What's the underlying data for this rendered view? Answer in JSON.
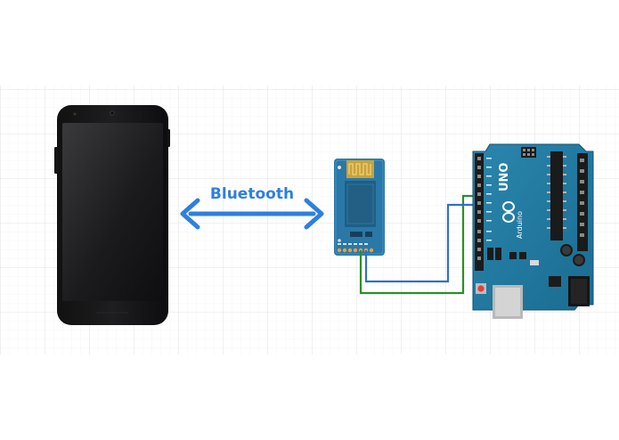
{
  "diagram": {
    "link_label": "Bluetooth",
    "nodes": [
      {
        "id": "phone",
        "icon": "smartphone-icon"
      },
      {
        "id": "bt-module",
        "icon": "bluetooth-module-icon"
      },
      {
        "id": "arduino",
        "icon": "arduino-uno-board-icon",
        "board_text": "UNO",
        "brand_text": "Arduino"
      }
    ],
    "connections": [
      {
        "from": "phone",
        "to": "bt-module",
        "type": "wireless-bidirectional",
        "color": "#2f7fe0"
      },
      {
        "from": "bt-module",
        "to": "arduino",
        "type": "wire",
        "color": "#2a8f2a"
      },
      {
        "from": "bt-module",
        "to": "arduino",
        "type": "wire",
        "color": "#2f6fd0"
      }
    ]
  },
  "colors": {
    "grid": "#e4e4e4",
    "arrow": "#2f7fe0",
    "label": "#2f7fe0",
    "board": "#1f7aa0",
    "module": "#2a78a8",
    "green_wire": "#2a8f2a",
    "blue_wire": "#2f6fd0"
  }
}
